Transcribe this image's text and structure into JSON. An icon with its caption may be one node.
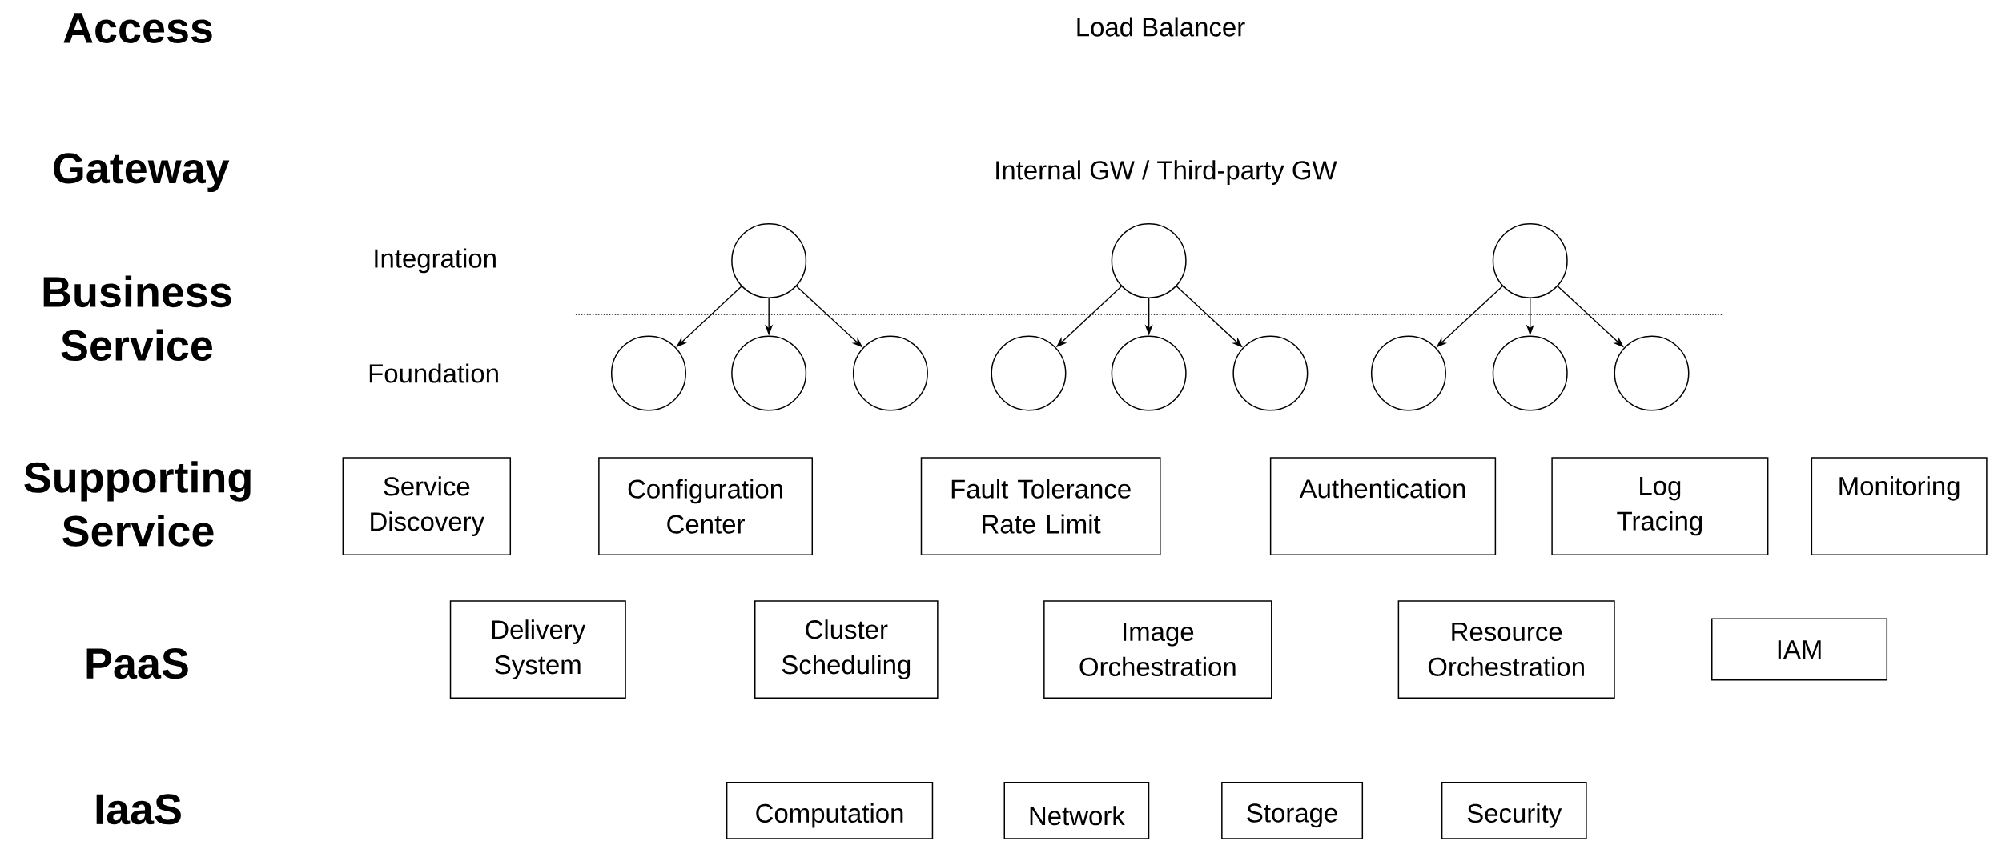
{
  "diagram": {
    "nodes": [
      {
        "text": [],
        "shape": "circle"
      },
      {
        "text": [],
        "shape": "circle"
      },
      {
        "text": [],
        "shape": "circle"
      },
      {
        "text": [],
        "shape": "circle"
      },
      {
        "text": [],
        "shape": "circle"
      },
      {
        "text": [],
        "shape": "circle"
      },
      {
        "text": [],
        "shape": "circle"
      },
      {
        "text": [],
        "shape": "circle"
      },
      {
        "text": [],
        "shape": "circle"
      },
      {
        "text": [],
        "shape": "circle"
      },
      {
        "text": [],
        "shape": "circle"
      },
      {
        "text": [],
        "shape": "circle"
      },
      {
        "text": [
          "Service Discovery"
        ]
      },
      {
        "text": [
          "Configuration Center"
        ]
      },
      {
        "text": [
          "Fault Tolerance Rate Limit"
        ]
      },
      {
        "text": [
          "Authentication"
        ]
      },
      {
        "text": [
          "Log Tracing"
        ]
      },
      {
        "text": [
          "Monitoring"
        ]
      },
      {
        "text": [
          "Delivery System"
        ]
      },
      {
        "text": [
          "Cluster Scheduling"
        ]
      },
      {
        "text": [
          "Image Orchestration"
        ]
      },
      {
        "text": [
          "Resource Orchestration"
        ]
      },
      {
        "text": [
          "IAM"
        ]
      },
      {
        "text": [
          "Computation"
        ]
      },
      {
        "text": [
          "Network"
        ]
      },
      {
        "text": [
          "Storage"
        ]
      },
      {
        "text": [
          "Security"
        ]
      }
    ],
    "edges": [
      {
        "from": 0,
        "to": 3,
        "arrow": "to"
      },
      {
        "from": 0,
        "to": 4,
        "arrow": "to"
      },
      {
        "from": 0,
        "to": 5,
        "arrow": "to"
      },
      {
        "from": 1,
        "to": 6,
        "arrow": "to"
      },
      {
        "from": 1,
        "to": 7,
        "arrow": "to"
      },
      {
        "from": 1,
        "to": 8,
        "arrow": "to"
      },
      {
        "from": 2,
        "to": 9,
        "arrow": "to"
      },
      {
        "from": 2,
        "to": 10,
        "arrow": "to"
      },
      {
        "from": 2,
        "to": 11,
        "arrow": "to"
      }
    ],
    "labels": [
      "Access",
      "Load Balancer",
      "Gateway",
      "Internal GW / Third-party GW",
      "Business Service",
      "Integration",
      "Foundation",
      "Supporting Service",
      "PaaS",
      "IaaS"
    ]
  }
}
